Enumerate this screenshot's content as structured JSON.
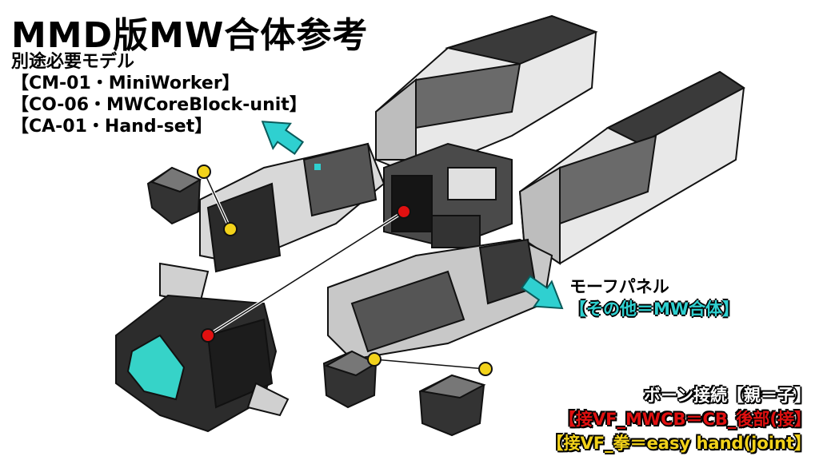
{
  "title": "MMD版MW合体参考",
  "requirements": {
    "heading": "別途必要モデル",
    "items": [
      "【CM-01・MiniWorker】",
      "【CO-06・MWCoreBlock-unit】",
      "【CA-01・Hand-set】"
    ]
  },
  "morph_panel": {
    "label": "モーフパネル",
    "value": "【その他＝MW合体】"
  },
  "bone_connection": {
    "heading": "ボーン接続【親＝子】",
    "line1": "【接VF_MWCB＝CB_後部(接】",
    "line2": "【接VF_拳＝easy hand(joint】"
  },
  "colors": {
    "accent_cyan": "#2fd0d0",
    "joint_yellow": "#f2d21a",
    "joint_red": "#e01010"
  }
}
